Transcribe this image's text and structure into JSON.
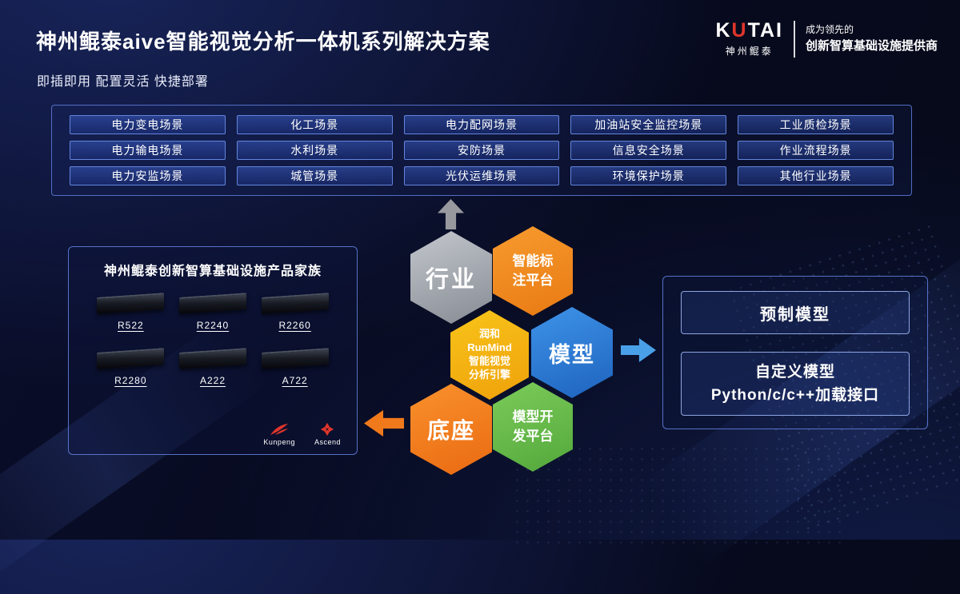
{
  "colors": {
    "background": "#070a1e",
    "accent_gray": "#97999e",
    "accent_orange": "#ee7d16",
    "accent_yellow": "#f3b30f",
    "accent_blue": "#2e7fd6",
    "accent_green": "#66bf49",
    "accent_red": "#e0352b",
    "panel_border": "#5f7ddc"
  },
  "header": {
    "title": "神州鲲泰aive智能视觉分析一体机系列解决方案",
    "subtitle": "即插即用 配置灵活 快捷部署"
  },
  "logo": {
    "brand_k": "K",
    "brand_u": "U",
    "brand_tai": "TAI",
    "brand_cn": "神州鲲泰",
    "tagline_line1": "成为领先的",
    "tagline_line2": "创新智算基础设施提供商"
  },
  "scenarios": {
    "rows": [
      [
        "电力变电场景",
        "化工场景",
        "电力配网场景",
        "加油站安全监控场景",
        "工业质检场景"
      ],
      [
        "电力输电场景",
        "水利场景",
        "安防场景",
        "信息安全场景",
        "作业流程场景"
      ],
      [
        "电力安监场景",
        "城管场景",
        "光伏运维场景",
        "环境保护场景",
        "其他行业场景"
      ]
    ]
  },
  "hexagons": {
    "industry": "行业",
    "annotation_line1": "智能标",
    "annotation_line2": "注平台",
    "center_line1": "润和",
    "center_line2": "RunMind",
    "center_line3": "智能视觉",
    "center_line4": "分析引擎",
    "model": "模型",
    "base": "底座",
    "dev_line1": "模型开",
    "dev_line2": "发平台"
  },
  "products": {
    "title": "神州鲲泰创新智算基础设施产品家族",
    "items": [
      "R522",
      "R2240",
      "R2260",
      "R2280",
      "A222",
      "A722"
    ],
    "kunpeng": "Kunpeng",
    "ascend": "Ascend"
  },
  "models_panel": {
    "prebuilt": "预制模型",
    "custom_line1": "自定义模型",
    "custom_line2": "Python/c/c++加载接口"
  }
}
